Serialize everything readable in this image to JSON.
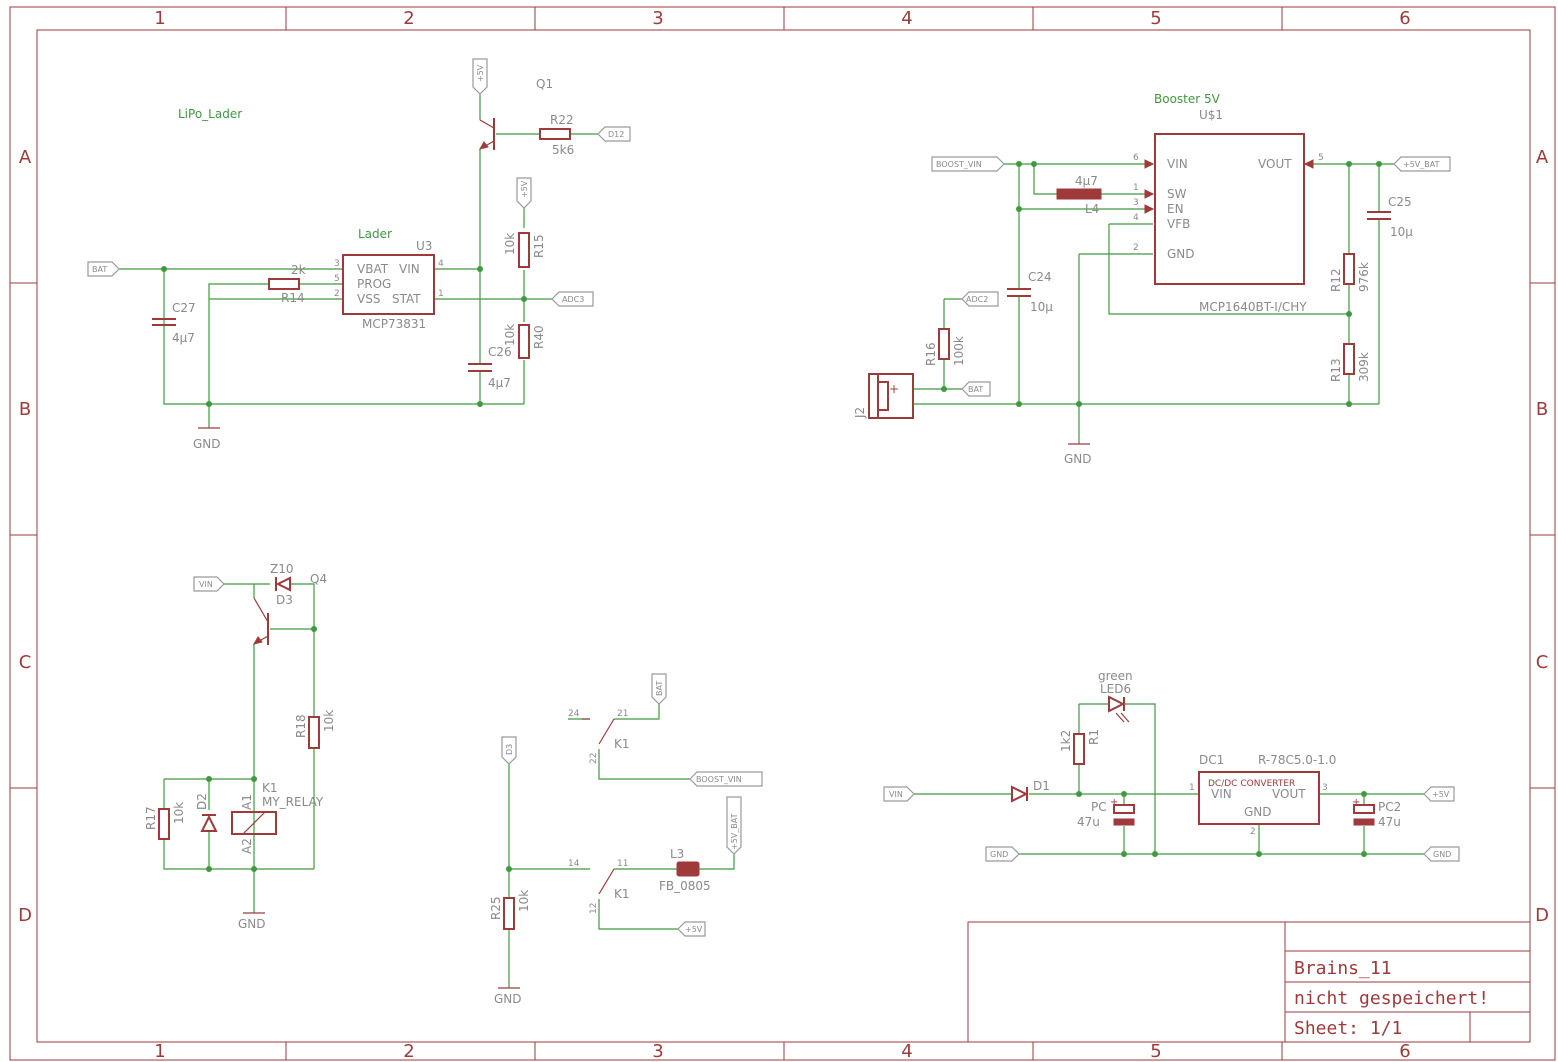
{
  "sheet": {
    "columns": [
      "1",
      "2",
      "3",
      "4",
      "5",
      "6"
    ],
    "rows": [
      "A",
      "B",
      "C",
      "D"
    ]
  },
  "title_block": {
    "project": "Brains_11",
    "status": "nicht gespeichert!",
    "sheet": "Sheet: 1/1"
  },
  "section_labels": {
    "lipo": "LiPo_Lader",
    "lader": "Lader",
    "booster": "Booster 5V"
  },
  "labels": {
    "q1": "Q1",
    "r22": "R22",
    "r22v": "5k6",
    "u3": "U3",
    "mcp73831": "MCP73831",
    "u3_vbat": "VBAT",
    "u3_prog": "PROG",
    "u3_vss": "VSS",
    "u3_vin": "VIN",
    "u3_stat": "STAT",
    "u3_p3": "3",
    "u3_p5": "5",
    "u3_p2": "2",
    "u3_p4": "4",
    "u3_p1": "1",
    "r14": "R14",
    "r14v": "2k",
    "c27": "C27",
    "c27v": "4µ7",
    "r15": "R15",
    "r15v": "10k",
    "r40": "R40",
    "r40v": "10k",
    "c26": "C26",
    "c26v": "4µ7",
    "gnd": "GND",
    "u1": "U$1",
    "u1_vin": "VIN",
    "u1_sw": "SW",
    "u1_en": "EN",
    "u1_vfb": "VFB",
    "u1_gnd": "GND",
    "u1_vout": "VOUT",
    "u1_p6": "6",
    "u1_p1": "1",
    "u1_p3": "3",
    "u1_p4": "4",
    "u1_p2": "2",
    "u1_p5": "5",
    "mcp1640": "MCP1640BT-I/CHY",
    "l4": "L4",
    "l4v": "4µ7",
    "c24": "C24",
    "c24v": "10µ",
    "c25": "C25",
    "c25v": "10µ",
    "r12": "R12",
    "r12v": "976k",
    "r13": "R13",
    "r13v": "309k",
    "r16": "R16",
    "r16v": "100k",
    "j2": "J2",
    "plus": "+",
    "z10": "Z10",
    "d3": "D3",
    "q4": "Q4",
    "r18": "R18",
    "r18v": "10k",
    "k1": "K1",
    "k1b": "K1",
    "k1c": "K1",
    "my_relay": "MY_RELAY",
    "a1": "A1",
    "a2": "A2",
    "r17": "R17",
    "r17v": "10k",
    "d2": "D2",
    "r25": "R25",
    "r25v": "10k",
    "p24": "24",
    "p21": "21",
    "p22": "22",
    "p14": "14",
    "p11": "11",
    "p12": "12",
    "l3": "L3",
    "fb0805": "FB_0805",
    "green": "green",
    "led6": "LED6",
    "r1": "R1",
    "r1v": "1k2",
    "d1": "D1",
    "dc1": "DC1",
    "r78": "R-78C5.0-1.0",
    "dcdc": "DC/DC CONVERTER",
    "dc_vin": "VIN",
    "dc_vout": "VOUT",
    "dc_gnd": "GND",
    "dc_p1": "1",
    "dc_p2": "2",
    "dc_p3": "3",
    "pc1": "PC",
    "pc1v": "47u",
    "pc2": "PC2",
    "pc2v": "47u"
  },
  "flags": {
    "bat": "BAT",
    "adc3": "ADC3",
    "d12": "D12",
    "p5v": "+5V",
    "boost_vin": "BOOST_VIN",
    "p5v_bat": "+5V_BAT",
    "adc2": "ADC2",
    "vin": "VIN",
    "d3": "D3",
    "gnd": "GND"
  },
  "colors": {
    "frame": "#9e3a3a",
    "wire": "#3f9a3f",
    "label": "#8a8a8a"
  }
}
